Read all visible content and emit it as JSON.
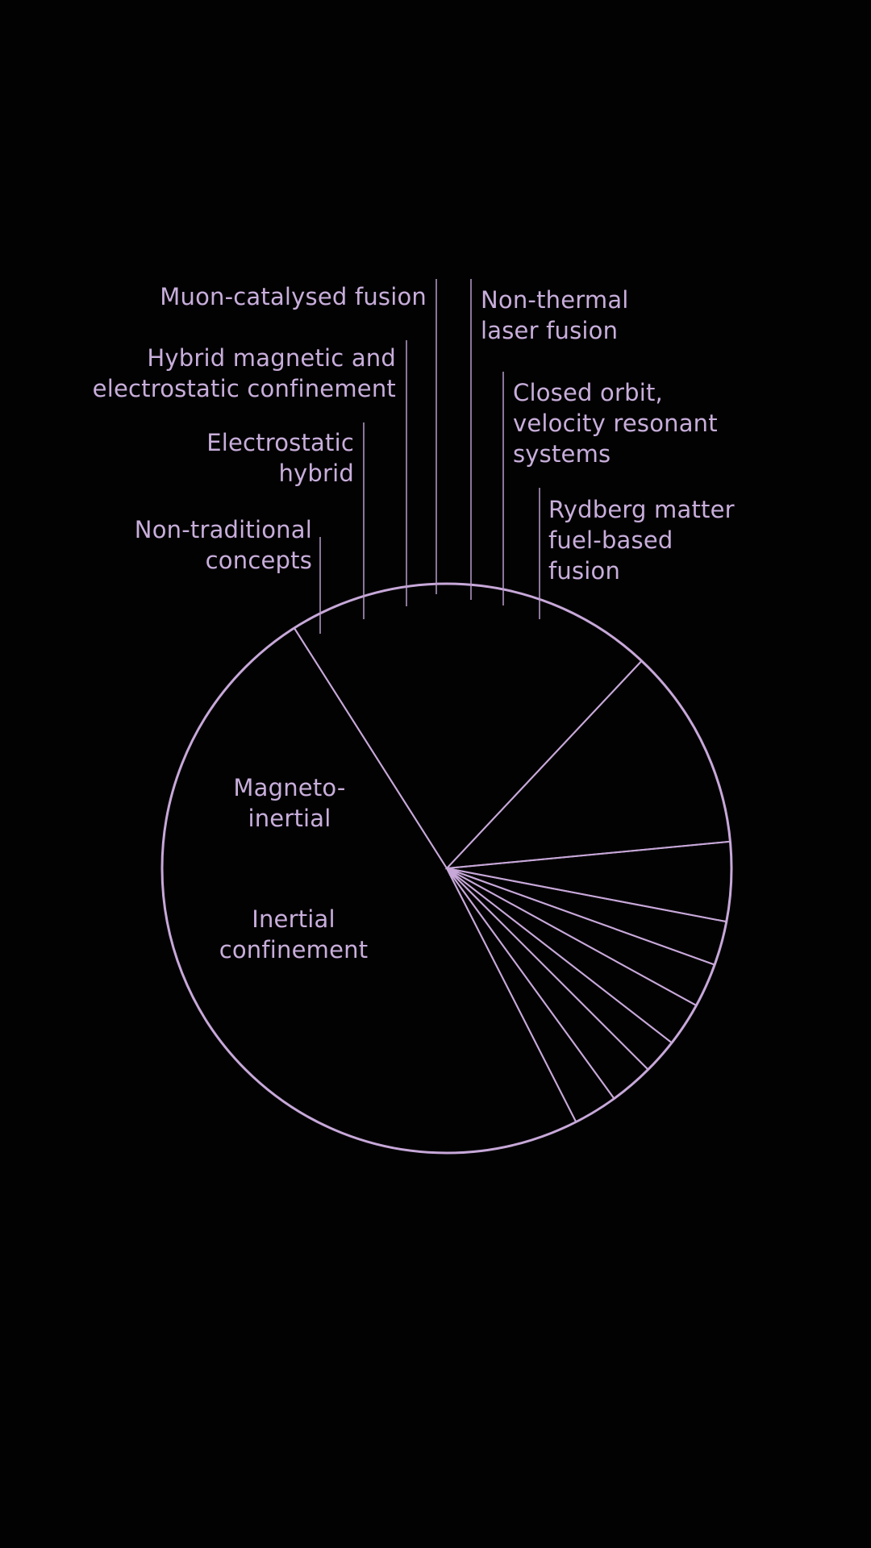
{
  "colors": {
    "background": "#020202",
    "accent": "#c7a8d9"
  },
  "chart_data": {
    "type": "pie",
    "title": "",
    "legend": "none",
    "slices": [
      {
        "label": [
          "Rydberg matter",
          "fuel-based",
          "fusion"
        ],
        "value": 2.5
      },
      {
        "label": [
          "Closed orbit,",
          "velocity resonant",
          "systems"
        ],
        "value": 2.5
      },
      {
        "label": [
          "Non-thermal",
          "laser fusion"
        ],
        "value": 2.0
      },
      {
        "label": [
          "Muon-catalysed fusion"
        ],
        "value": 2.5
      },
      {
        "label": [
          "Hybrid magnetic and",
          "electrostatic confinement"
        ],
        "value": 2.5
      },
      {
        "label": [
          "Electrostatic",
          "hybrid"
        ],
        "value": 2.5
      },
      {
        "label": [
          "Non-traditional",
          "concepts"
        ],
        "value": 4.5
      },
      {
        "label": [
          "Magneto-",
          "inertial"
        ],
        "value": 11.5
      },
      {
        "label": [
          "Inertial",
          "confinement"
        ],
        "value": 21.0
      },
      {
        "label": [],
        "value": 48.5
      }
    ]
  }
}
